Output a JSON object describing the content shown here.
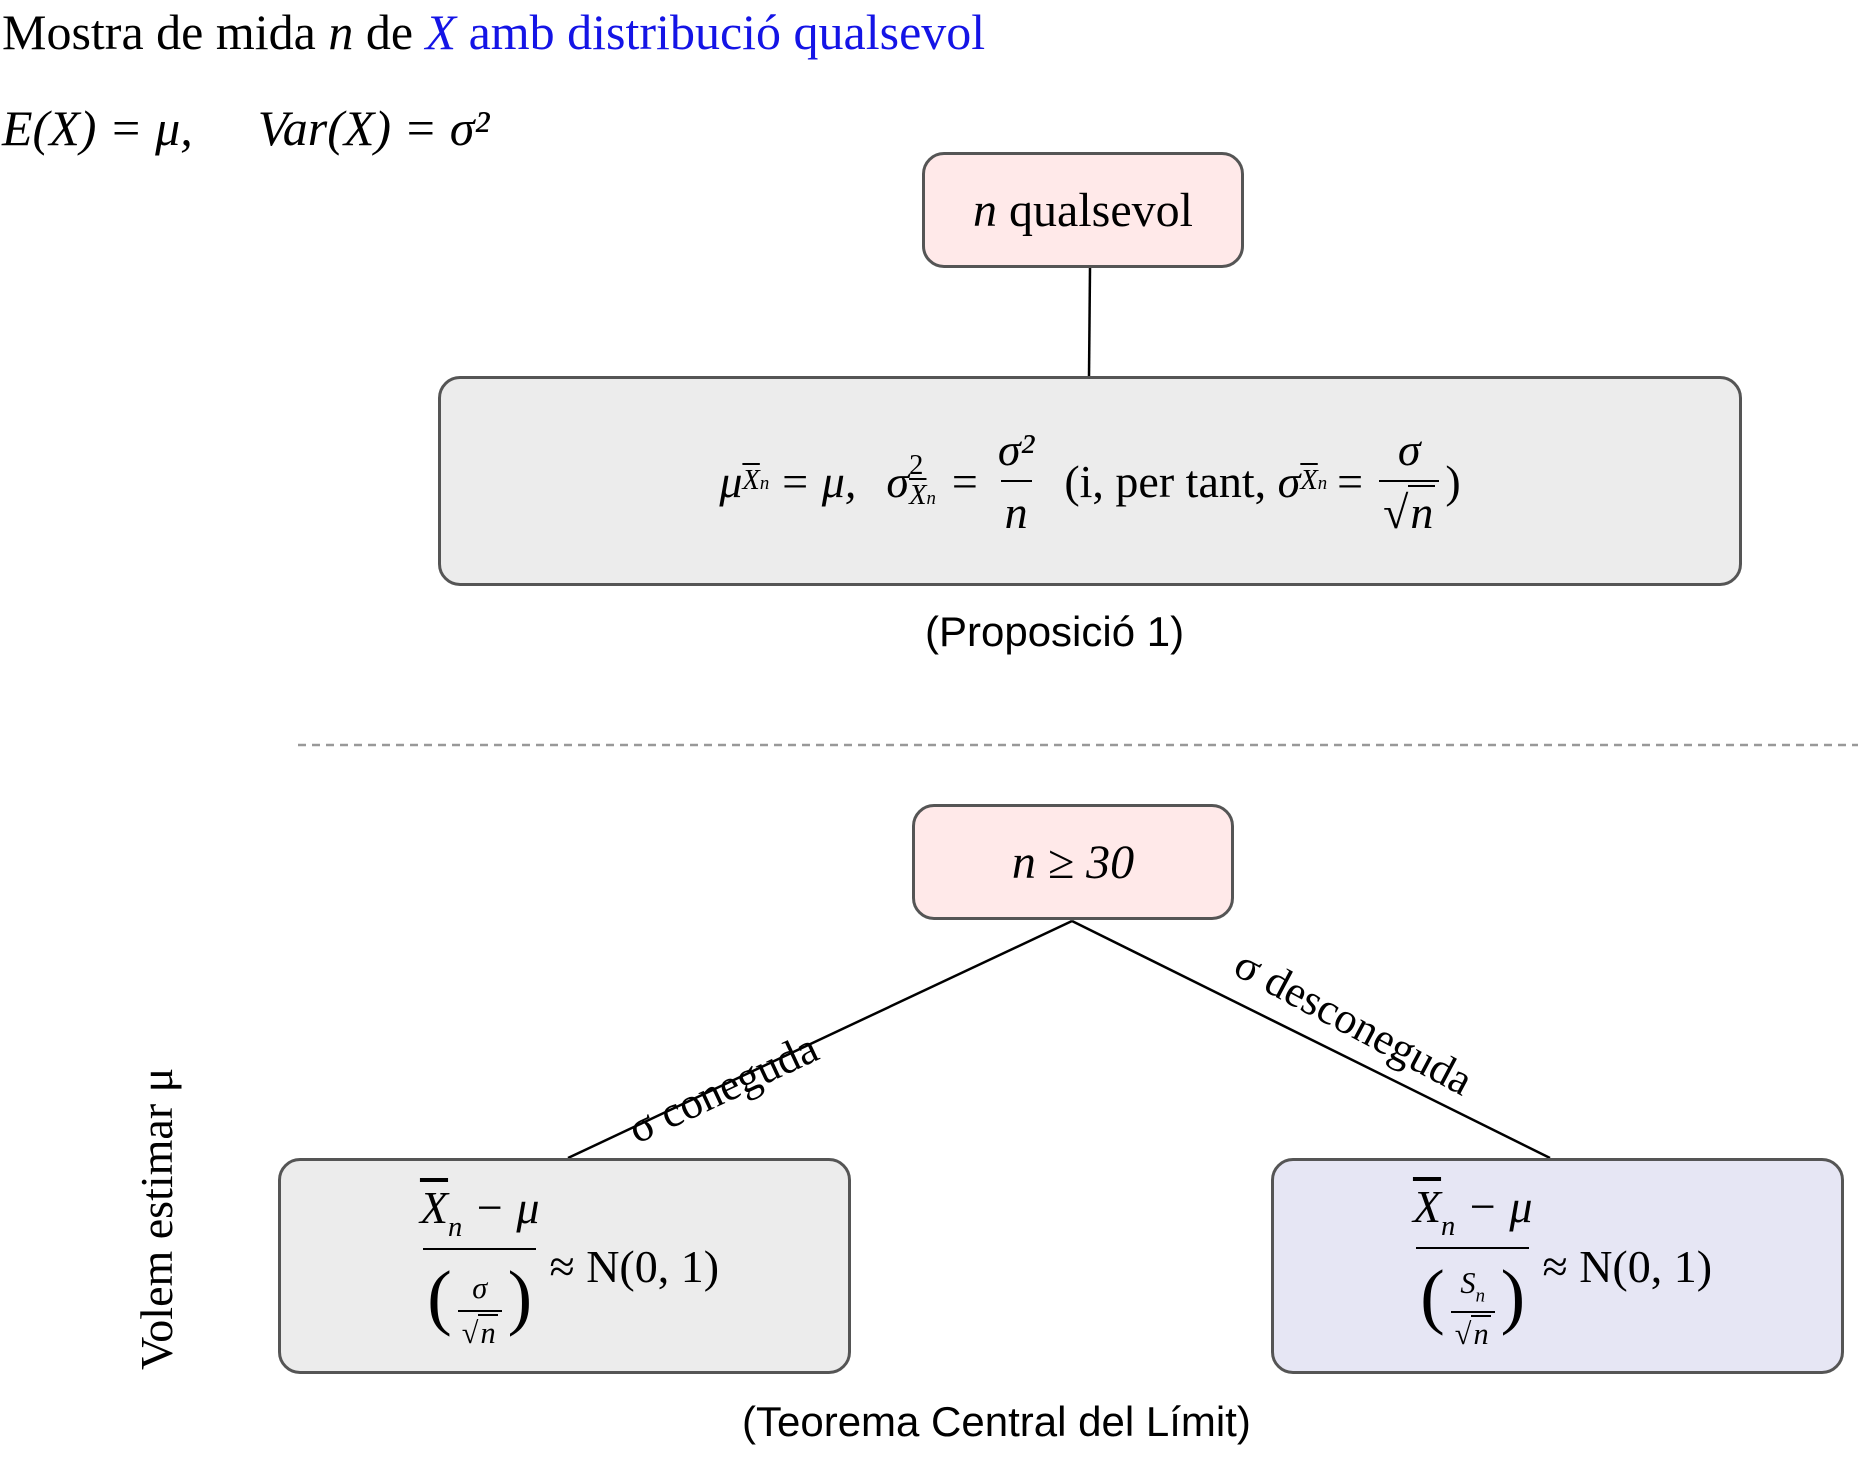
{
  "header": {
    "title_prefix": "Mostra de mida",
    "title_n": "n",
    "title_de": "de",
    "title_X": "X",
    "title_suffix": "amb distribució qualsevol",
    "mean_expr": "E(X) = μ,",
    "var_expr": "Var(X) = σ²"
  },
  "top": {
    "condition_var": "n",
    "condition_text": "qualsevol",
    "caption": "(Proposició 1)",
    "formula": {
      "mu_sym": "μ",
      "xbar_n": "X",
      "n_sub": "n",
      "eq1_rhs": "= μ,",
      "sigma_sym": "σ",
      "sq": "2",
      "eq": "=",
      "frac_num": "σ²",
      "frac_den": "n",
      "paren_text": "(i, per tant,",
      "frac2_num": "σ",
      "frac2_den": "n",
      "close": ")"
    }
  },
  "bottom": {
    "condition": "n ≥ 30",
    "edge_known": "σ coneguda",
    "edge_unknown": "σ desconeguda",
    "side_label": "Volem estimar μ",
    "caption": "(Teorema Central del Límit)",
    "known": {
      "num_x": "X",
      "num_sub": "n",
      "num_rest": "− μ",
      "den_num": "σ",
      "den_den": "n",
      "rhs": "≈ N(0, 1)"
    },
    "unknown": {
      "num_x": "X",
      "num_sub": "n",
      "num_rest": "− μ",
      "den_num_s": "S",
      "den_num_sub": "n",
      "den_den": "n",
      "rhs": "≈ N(0, 1)"
    }
  },
  "colors": {
    "blue_text": "#1414e6",
    "pink_box": "#ffe9e9",
    "gray_box": "#ececec",
    "lavender_box": "#e6e6f4",
    "border": "#555555",
    "divider": "#999999"
  }
}
